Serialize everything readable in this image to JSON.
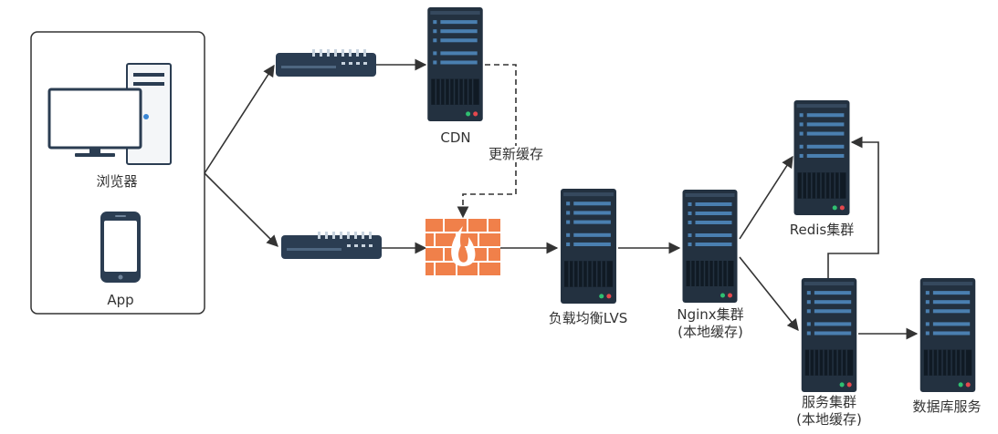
{
  "colors": {
    "server_body": "#233140",
    "server_slot": "#4a7fb0",
    "server_vent": "#101a24",
    "led_green": "#2fbf71",
    "led_red": "#e5484d",
    "switch_body": "#2b3d52",
    "switch_port": "#c8d3de",
    "firewall": "#f0804a",
    "flame": "#ffffff",
    "line": "#333333"
  },
  "client_group": {
    "browser_label": "浏览器",
    "app_label": "App",
    "browser_icon": "desktop-computer-icon",
    "app_icon": "smartphone-icon"
  },
  "nodes": {
    "cdn": {
      "label": "CDN",
      "icon": "server-icon"
    },
    "firewall": {
      "icon": "firewall-icon"
    },
    "lvs": {
      "label": "负载均衡LVS",
      "icon": "server-icon"
    },
    "nginx": {
      "label": "Nginx集群",
      "sublabel": "(本地缓存)",
      "icon": "server-icon"
    },
    "redis": {
      "label": "Redis集群",
      "icon": "server-icon"
    },
    "service": {
      "label": "服务集群",
      "sublabel": "(本地缓存)",
      "icon": "server-icon"
    },
    "database": {
      "label": "数据库服务",
      "icon": "server-icon"
    },
    "switch_top": {
      "icon": "network-switch-icon"
    },
    "switch_bottom": {
      "icon": "network-switch-icon"
    }
  },
  "edges": {
    "cache_update_label": "更新缓存"
  }
}
